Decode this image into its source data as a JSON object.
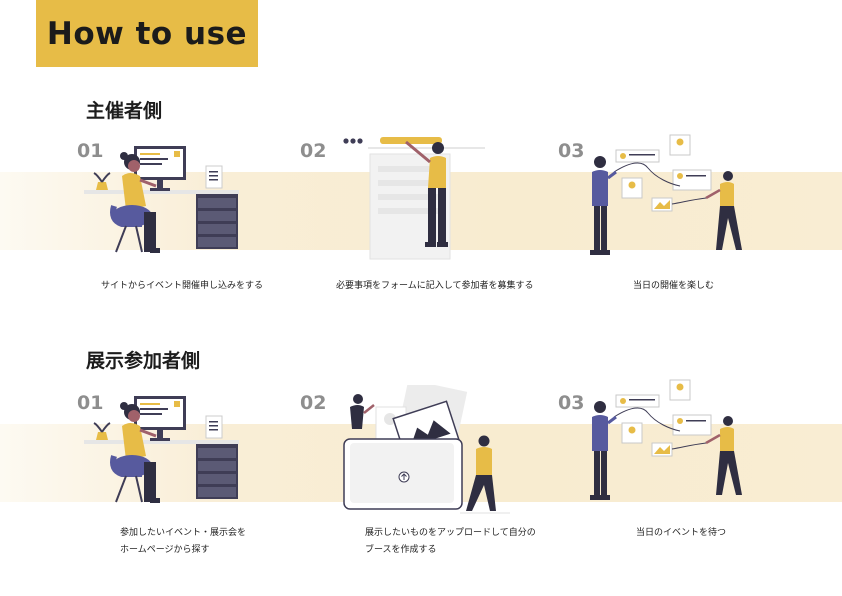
{
  "header": {
    "title": "How to use"
  },
  "colors": {
    "accent": "#e7bc47",
    "band": "#f8ecd0",
    "figure_dark": "#2f2e41",
    "chair": "#575a9e"
  },
  "organizer": {
    "title": "主催者側",
    "steps": [
      {
        "num": "01",
        "caption": "サイトからイベント開催申し込みをする",
        "icon": "desk-working-illustration"
      },
      {
        "num": "02",
        "caption": "必要事項をフォームに記入して参加者を募集する",
        "icon": "form-filling-illustration"
      },
      {
        "num": "03",
        "caption": "当日の開催を楽しむ",
        "icon": "networking-illustration"
      }
    ]
  },
  "exhibitor": {
    "title": "展示参加者側",
    "steps": [
      {
        "num": "01",
        "caption_lines": [
          "参加したいイベント・展示会を",
          "ホームページから探す"
        ],
        "icon": "desk-working-illustration"
      },
      {
        "num": "02",
        "caption_lines": [
          "展示したいものをアップロードして自分の",
          "ブースを作成する"
        ],
        "icon": "upload-illustration"
      },
      {
        "num": "03",
        "caption": "当日のイベントを待つ",
        "icon": "networking-illustration"
      }
    ]
  }
}
